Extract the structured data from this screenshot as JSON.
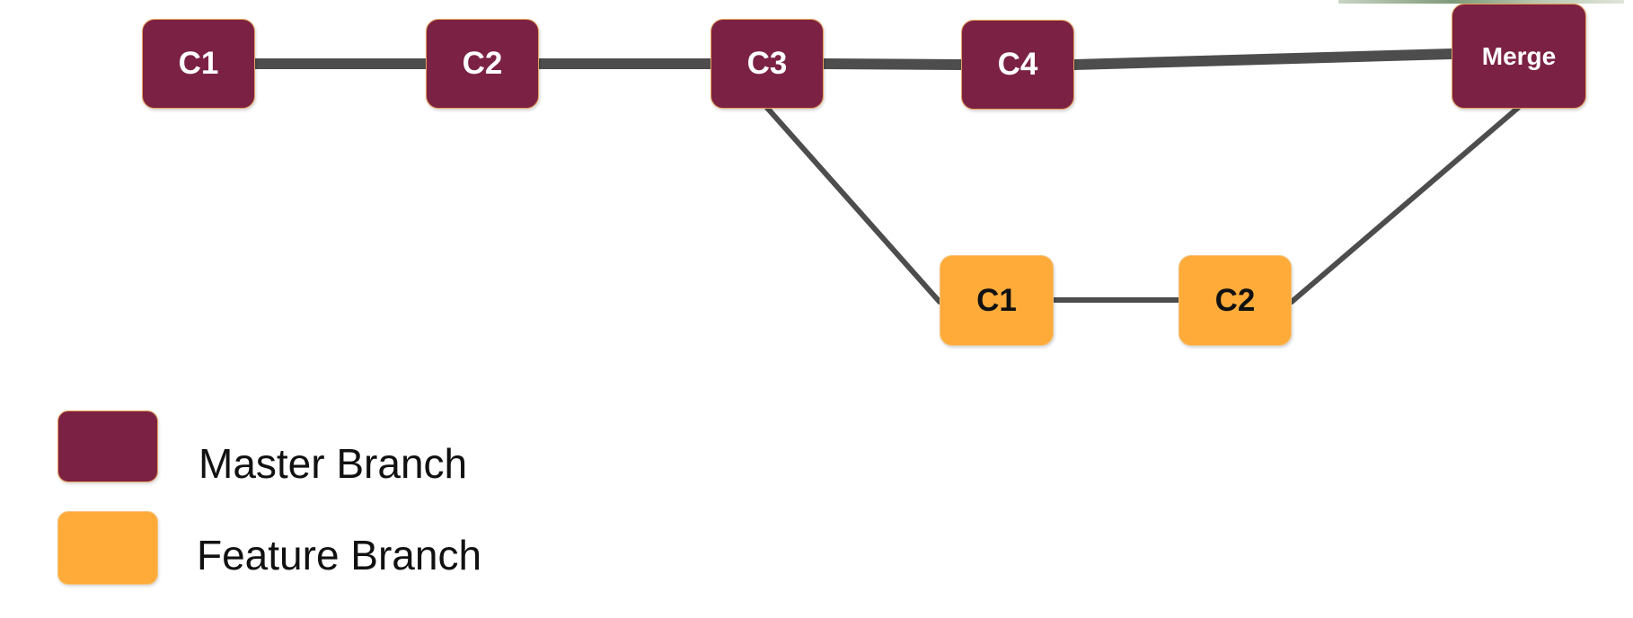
{
  "colors": {
    "master": "#7b2244",
    "feature": "#ffab3a",
    "edge": "#4d4d4d"
  },
  "master_branch": {
    "nodes": [
      "C1",
      "C2",
      "C3",
      "C4",
      "Merge"
    ]
  },
  "feature_branch": {
    "nodes": [
      "C1",
      "C2"
    ]
  },
  "legend": {
    "master_label": "Master Branch",
    "feature_label": "Feature Branch"
  }
}
